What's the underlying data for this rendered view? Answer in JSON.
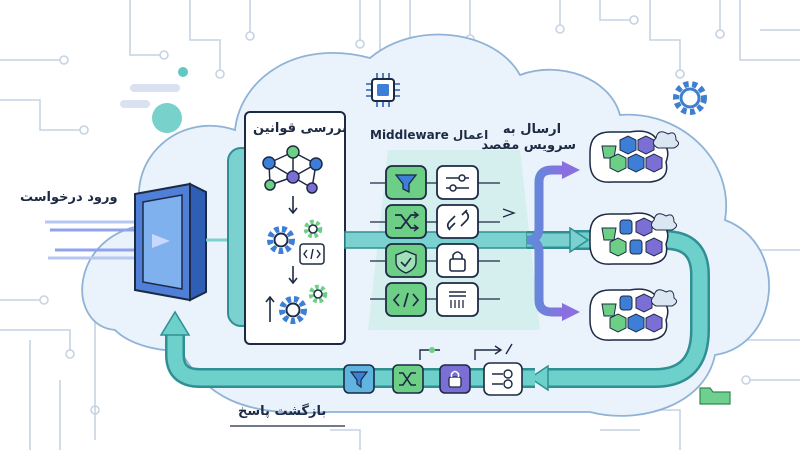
{
  "labels": {
    "incoming": "ورود درخواست",
    "rules_check": "بررسی قوانین",
    "middleware": "اعمال Middleware",
    "send_to_service_line1": "ارسال به",
    "send_to_service_line2": "سرویس مقصد",
    "response_return": "بازگشت پاسخ"
  },
  "colors": {
    "cloud_fill": "#eaf3fb",
    "cloud_stroke": "#8fb3d6",
    "teal": "#5fc9c4",
    "teal_dark": "#2f8f93",
    "purple": "#7b6fd6",
    "blue": "#3d7fd6",
    "green": "#6dcf85",
    "navy": "#1d2a44"
  },
  "icons": {
    "incoming": "gateway-monitor-icon",
    "rules": [
      "network-graph-icon",
      "gears-code-icon",
      "gears-icon"
    ],
    "middleware_column_a": [
      "filter-icon",
      "shuffle-icon",
      "shield-check-icon",
      "code-icon"
    ],
    "middleware_column_b": [
      "sliders-icon",
      "unlink-icon",
      "lock-icon",
      "document-icon"
    ],
    "response_chain": [
      "filter-icon",
      "shuffle-icon",
      "lock-icon",
      "flow-icon"
    ],
    "services": [
      "service-cluster-icon",
      "service-cluster-icon",
      "service-cluster-icon"
    ]
  }
}
